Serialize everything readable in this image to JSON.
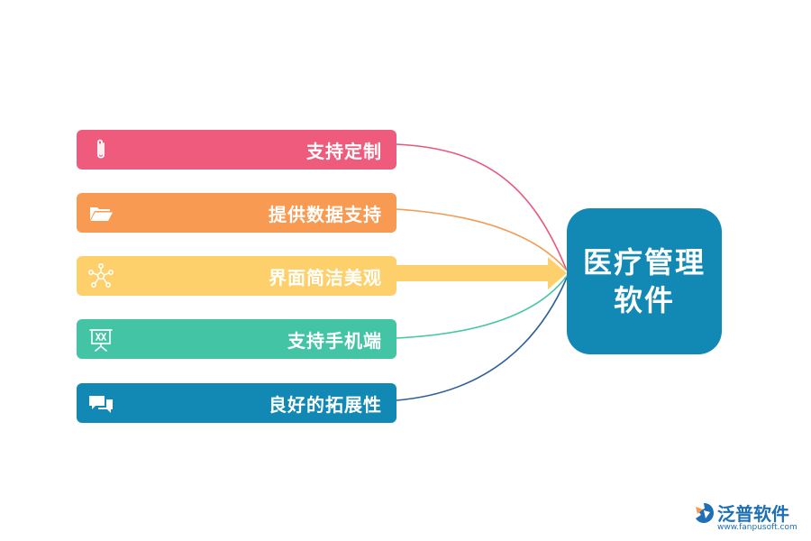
{
  "central": {
    "title": "医疗管理软件",
    "color": "#1288b5"
  },
  "features": [
    {
      "label": "支持定制",
      "icon": "paperclip-icon",
      "color": "#ef5b7d"
    },
    {
      "label": "提供数据支持",
      "icon": "folder-open-icon",
      "color": "#f99a52"
    },
    {
      "label": "界面简洁美观",
      "icon": "network-icon",
      "color": "#fdd06b"
    },
    {
      "label": "支持手机端",
      "icon": "presentation-board-icon",
      "color": "#42c4a5"
    },
    {
      "label": "良好的拓展性",
      "icon": "chat-bubbles-icon",
      "color": "#1288b5"
    }
  ],
  "connector_colors": [
    "#e8577a",
    "#f39a55",
    "#fdd06b",
    "#4ac6a6",
    "#2d5f99"
  ],
  "brand": {
    "name": "泛普软件",
    "url": "www.fanpusoft.com",
    "color": "#1f6fb5"
  }
}
